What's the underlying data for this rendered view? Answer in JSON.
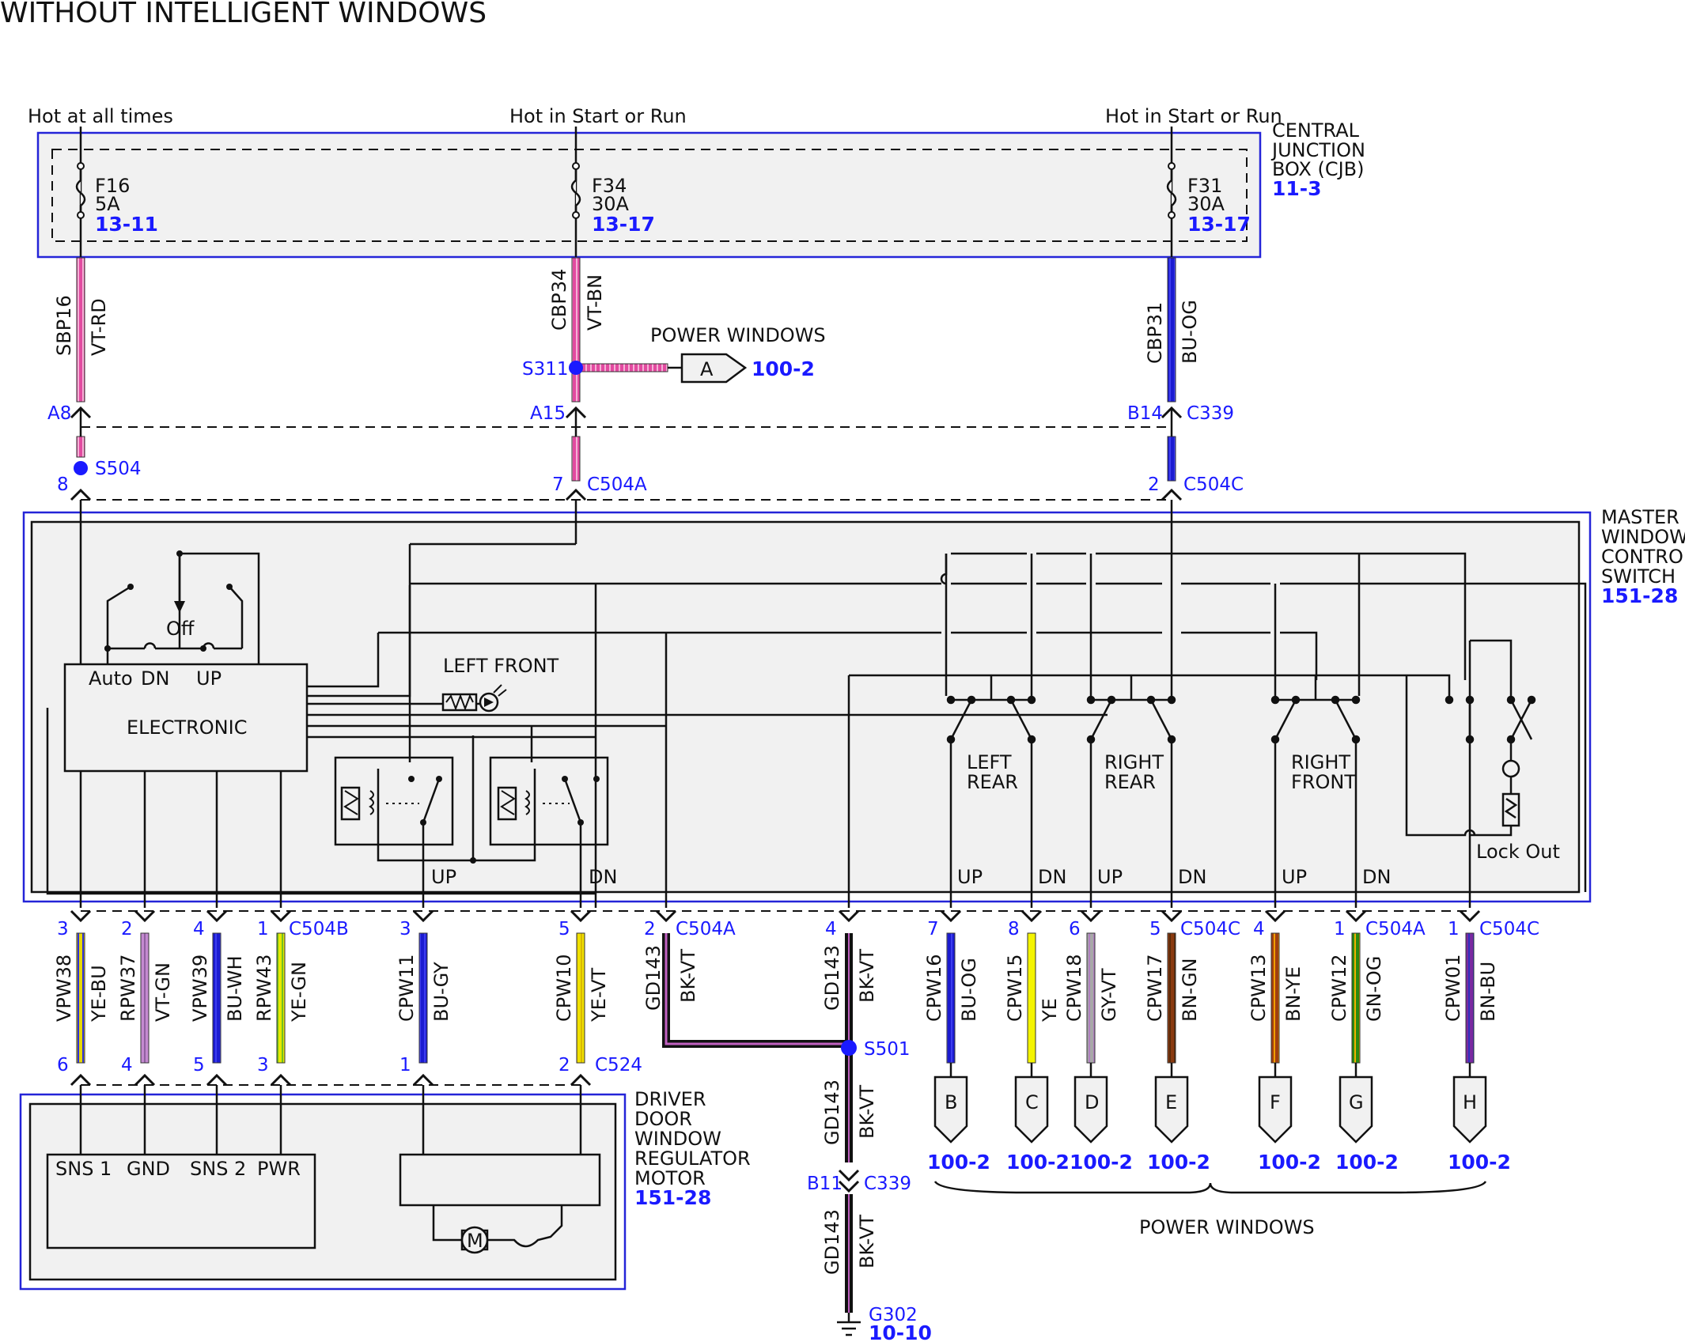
{
  "title": "WITHOUT INTELLIGENT WINDOWS",
  "colors": {
    "module_border": "#2424d8",
    "module_fill": "#f1f1f1",
    "ref_text": "#1a1aff",
    "wire_VT-RD": [
      "#e24aa0",
      "#f2a0cc"
    ],
    "wire_VT-BN": [
      "#e24aa0",
      "#f2a0cc"
    ],
    "wire_BU-OG": [
      "#1b1bd0",
      "#3030e0"
    ],
    "wire_YE-BU": [
      "#e8d800",
      "#3030e0"
    ],
    "wire_VT-GN": [
      "#c080c8",
      "#a060b0"
    ],
    "wire_BU-WH": [
      "#1b1bd0",
      "#4040e0"
    ],
    "wire_YE-GN": [
      "#e8e800",
      "#70c020"
    ],
    "wire_BU-GY": [
      "#1b1bd0",
      "#4040e0"
    ],
    "wire_YE-VT": [
      "#f0e000",
      "#e8c800"
    ],
    "wire_BK-VT": [
      "#111111",
      "#c060c0"
    ],
    "wire_YE": [
      "#f0f000",
      "#f0f000"
    ],
    "wire_GY-VT": [
      "#a0a0a0",
      "#b080c0"
    ],
    "wire_BN-GN": [
      "#8a3a10",
      "#6a3010"
    ],
    "wire_BN-YE": [
      "#a04010",
      "#f0a000"
    ],
    "wire_GN-OG": [
      "#2a8a10",
      "#f0b000"
    ],
    "wire_BN-BU": [
      "#7a2aa0",
      "#3030c0"
    ]
  },
  "power": {
    "hot_always": "Hot at all times",
    "hot_run_1": "Hot in Start or Run",
    "hot_run_2": "Hot in Start or Run"
  },
  "cjb": {
    "name_l1": "CENTRAL",
    "name_l2": "JUNCTION",
    "name_l3": "BOX (CJB)",
    "ref": "11-3",
    "fuses": [
      {
        "id": "F16",
        "rating": "5A",
        "ref": "13-11"
      },
      {
        "id": "F34",
        "rating": "30A",
        "ref": "13-17"
      },
      {
        "id": "F31",
        "rating": "30A",
        "ref": "13-17"
      }
    ]
  },
  "upper_wires": [
    {
      "circuit": "SBP16",
      "color": "VT-RD"
    },
    {
      "circuit": "CBP34",
      "color": "VT-BN"
    },
    {
      "circuit": "CBP31",
      "color": "BU-OG"
    }
  ],
  "power_windows_a": {
    "label": "POWER WINDOWS",
    "connector": "A",
    "ref": "100-2",
    "splice": "S311"
  },
  "connectors_top": {
    "a8": "A8",
    "a15": "A15",
    "b14": "B14",
    "c339": "C339",
    "s504": "S504",
    "p8": "8",
    "p7": "7",
    "c504a": "C504A",
    "p2": "2",
    "c504c": "C504C"
  },
  "master": {
    "name_l1": "MASTER",
    "name_l2": "WINDOW",
    "name_l3": "CONTROL",
    "name_l4": "SWITCH",
    "ref": "151-28",
    "off": "Off",
    "auto": "Auto",
    "dn": "DN",
    "up": "UP",
    "electronic": "ELECTRONIC",
    "left_front": "LEFT FRONT",
    "left_rear_1": "LEFT",
    "left_rear_2": "REAR",
    "right_rear_1": "RIGHT",
    "right_rear_2": "REAR",
    "right_front_1": "RIGHT",
    "right_front_2": "FRONT",
    "lock_out": "Lock Out",
    "bottom_labels": [
      "UP",
      "DN",
      "UP",
      "DN",
      "UP",
      "DN",
      "UP",
      "DN"
    ]
  },
  "bottom_pins": [
    {
      "pin": "3",
      "conn": ""
    },
    {
      "pin": "2",
      "conn": ""
    },
    {
      "pin": "4",
      "conn": ""
    },
    {
      "pin": "1",
      "conn": "C504B"
    },
    {
      "pin": "3",
      "conn": ""
    },
    {
      "pin": "5",
      "conn": ""
    },
    {
      "pin": "2",
      "conn": "C504A"
    },
    {
      "pin": "4",
      "conn": ""
    },
    {
      "pin": "7",
      "conn": ""
    },
    {
      "pin": "8",
      "conn": ""
    },
    {
      "pin": "6",
      "conn": ""
    },
    {
      "pin": "5",
      "conn": "C504C"
    },
    {
      "pin": "4",
      "conn": ""
    },
    {
      "pin": "1",
      "conn": "C504A"
    },
    {
      "pin": "1",
      "conn": "C504C"
    }
  ],
  "lower_wires": [
    {
      "circuit": "VPW38",
      "color": "YE-BU"
    },
    {
      "circuit": "RPW37",
      "color": "VT-GN"
    },
    {
      "circuit": "VPW39",
      "color": "BU-WH"
    },
    {
      "circuit": "RPW43",
      "color": "YE-GN"
    },
    {
      "circuit": "CPW11",
      "color": "BU-GY"
    },
    {
      "circuit": "CPW10",
      "color": "YE-VT"
    },
    {
      "circuit": "GD143",
      "color": "BK-VT"
    },
    {
      "circuit": "GD143",
      "color": "BK-VT"
    },
    {
      "circuit": "CPW16",
      "color": "BU-OG"
    },
    {
      "circuit": "CPW15",
      "color": "YE"
    },
    {
      "circuit": "CPW18",
      "color": "GY-VT"
    },
    {
      "circuit": "CPW17",
      "color": "BN-GN"
    },
    {
      "circuit": "CPW13",
      "color": "BN-YE"
    },
    {
      "circuit": "CPW12",
      "color": "GN-OG"
    },
    {
      "circuit": "CPW01",
      "color": "BN-BU"
    }
  ],
  "motor_pins": [
    {
      "pin": "6"
    },
    {
      "pin": "4"
    },
    {
      "pin": "5"
    },
    {
      "pin": "3"
    },
    {
      "pin": "1"
    },
    {
      "pin": "2",
      "conn": "C524"
    }
  ],
  "driver_motor": {
    "name_l1": "DRIVER",
    "name_l2": "DOOR",
    "name_l3": "WINDOW",
    "name_l4": "REGULATOR",
    "name_l5": "MOTOR",
    "ref": "151-28",
    "sns1": "SNS 1",
    "gnd": "GND",
    "sns2": "SNS 2",
    "pwr": "PWR",
    "motor": "M"
  },
  "ground": {
    "splice": "S501",
    "wire_circuit": "GD143",
    "wire_color": "BK-VT",
    "b11": "B11",
    "c339": "C339",
    "g302": "G302",
    "g302_ref": "10-10"
  },
  "power_windows_out": {
    "label": "POWER WINDOWS",
    "connectors": [
      {
        "id": "B",
        "ref": "100-2"
      },
      {
        "id": "C",
        "ref": "100-2"
      },
      {
        "id": "D",
        "ref": "100-2"
      },
      {
        "id": "E",
        "ref": "100-2"
      },
      {
        "id": "F",
        "ref": "100-2"
      },
      {
        "id": "G",
        "ref": "100-2"
      },
      {
        "id": "H",
        "ref": "100-2"
      }
    ]
  }
}
